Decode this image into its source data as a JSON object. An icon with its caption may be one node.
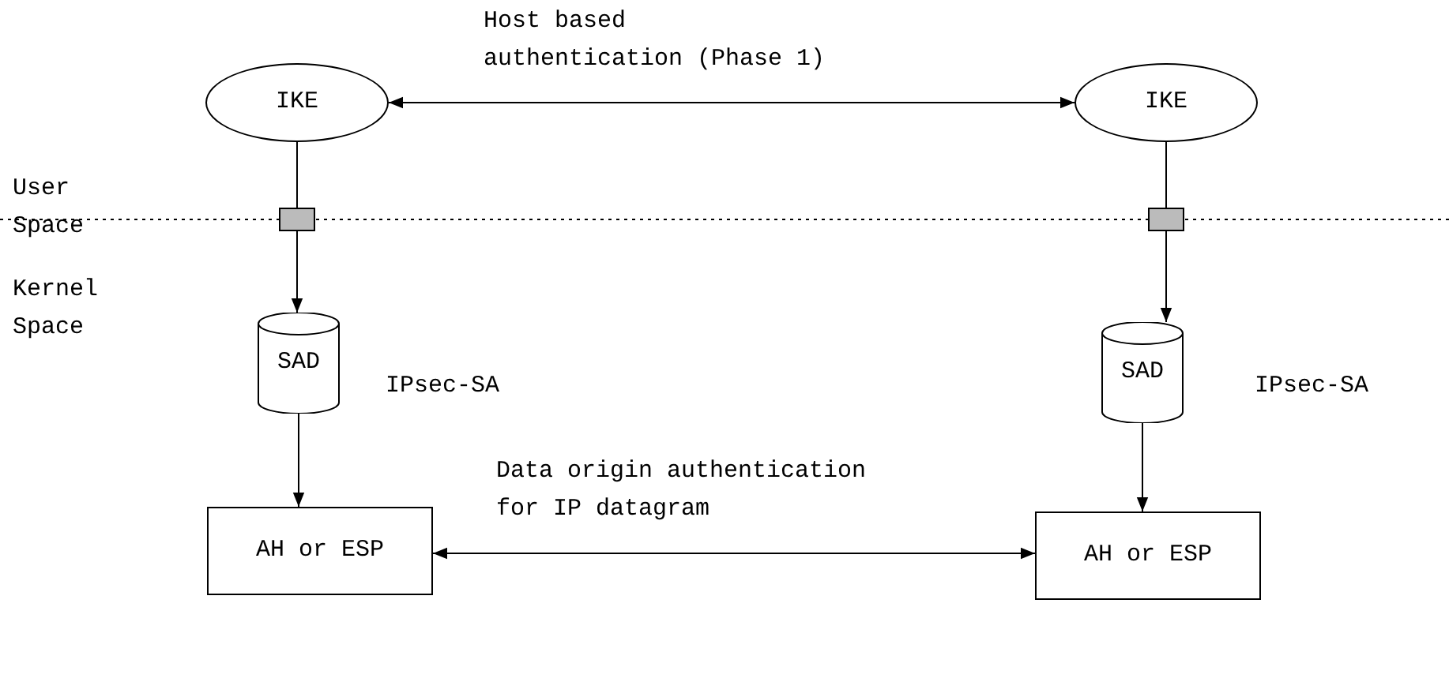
{
  "diagram": {
    "nodes": [
      {
        "text": [
          "IKE"
        ]
      },
      {
        "text": [
          "IKE"
        ]
      },
      {
        "text": [
          "SAD"
        ],
        "beside": [
          "IPsec-SA"
        ]
      },
      {
        "text": [
          "SAD"
        ],
        "beside": [
          "IPsec-SA"
        ]
      },
      {
        "text": [
          "AH or ESP"
        ]
      },
      {
        "text": [
          "AH or ESP"
        ]
      }
    ],
    "edges": [
      {
        "from": 0,
        "to": 1,
        "arrow": "both",
        "label": "Host based authentication (Phase 1)"
      },
      {
        "from": 0,
        "to": 2,
        "arrow": "to"
      },
      {
        "from": 2,
        "to": 4,
        "arrow": "to"
      },
      {
        "from": 1,
        "to": 3,
        "arrow": "to"
      },
      {
        "from": 3,
        "to": 5,
        "arrow": "to"
      },
      {
        "from": 4,
        "to": 5,
        "arrow": "both",
        "label": "Data origin authentication for IP datagram"
      }
    ],
    "labels": [
      "User Space",
      "Kernel Space"
    ]
  }
}
